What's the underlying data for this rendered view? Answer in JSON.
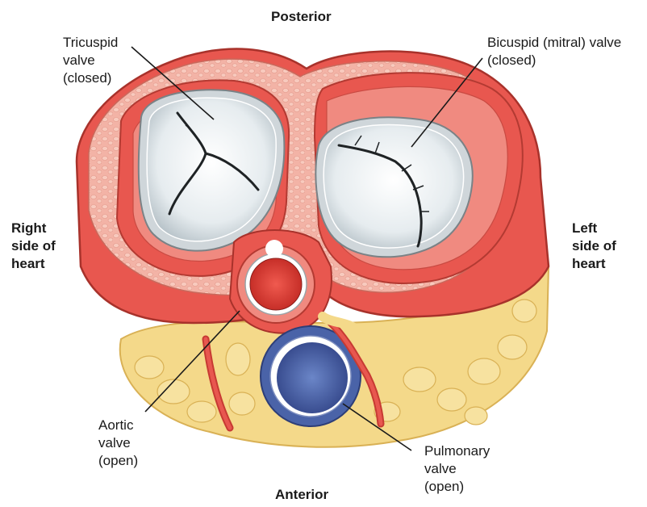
{
  "labels": {
    "posterior": "Posterior",
    "anterior": "Anterior",
    "tricuspid": [
      "Tricuspid",
      "valve",
      "(closed)"
    ],
    "bicuspid": [
      "Bicuspid (mitral) valve",
      "(closed)"
    ],
    "right_side": [
      "Right",
      "side of",
      "heart"
    ],
    "left_side": [
      "Left",
      "side of",
      "heart"
    ],
    "aortic": [
      "Aortic",
      "valve",
      "(open)"
    ],
    "pulmonary": [
      "Pulmonary",
      "valve",
      "(open)"
    ]
  },
  "colors": {
    "myocardium": "#e8574f",
    "myocardium_dark": "#c73a33",
    "myocardium_light": "#f08a80",
    "connective": "#f3b3a6",
    "fat": "#f4d98a",
    "fat_dark": "#d9b155",
    "valve": "#e9eef1",
    "aorta": "#e23c36",
    "pulmonary": "#4a63a8"
  }
}
